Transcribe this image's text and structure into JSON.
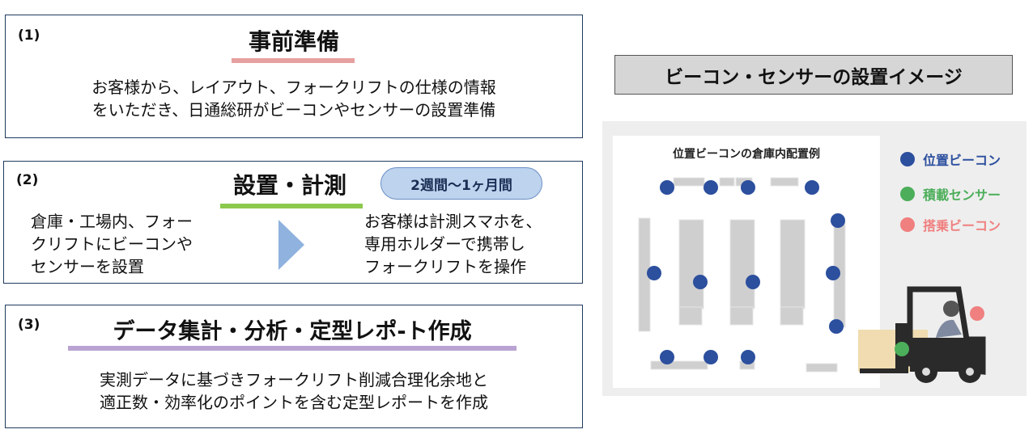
{
  "step1": {
    "number": "(1)",
    "title": "事前準備",
    "lines": [
      "お客様から、レイアウト、フォークリフトの仕様の情報",
      "をいただき、日通総研がビーコンやセンサーの設置準備"
    ],
    "underline_color": "#e7a0a0"
  },
  "step2": {
    "number": "(2)",
    "title": "設置・計測",
    "duration": "2週間〜1ヶ月間",
    "left_lines": [
      "倉庫・工場内、フォー",
      "クリフトにビーコンや",
      "センサーを設置"
    ],
    "right_lines": [
      "お客様は計測スマホを、",
      "専用ホルダーで携帯し",
      "フォークリフトを操作"
    ],
    "underline_color": "#8cc84b"
  },
  "step3": {
    "number": "(3)",
    "title": "データ集計・分析・定型レポ-ト作成",
    "lines": [
      "実測データに基づきフォークリフト削減合理化余地と",
      "適正数・効率化のポイントを含む定型レポートを作成"
    ],
    "underline_color": "#b9a3d3"
  },
  "image_panel": {
    "title": "ビーコン・センサーの設置イメージ",
    "floor_title": "位置ビーコンの倉庫内配置例",
    "legend": [
      {
        "label": "位置ビーコン",
        "color": "#2c4f9e"
      },
      {
        "label": "積載センサー",
        "color": "#4cae5a"
      },
      {
        "label": "搭乗ビーコン",
        "color": "#f07f7f"
      }
    ]
  },
  "colors": {
    "border": "#1f3a60",
    "arrow": "#8fb2de",
    "beacon": "#2c4f9e",
    "shelf": "#cfcfcf",
    "forklift": "#2a2a2a",
    "cargo": "#f0dcb0",
    "person": "#7f8aa0"
  }
}
